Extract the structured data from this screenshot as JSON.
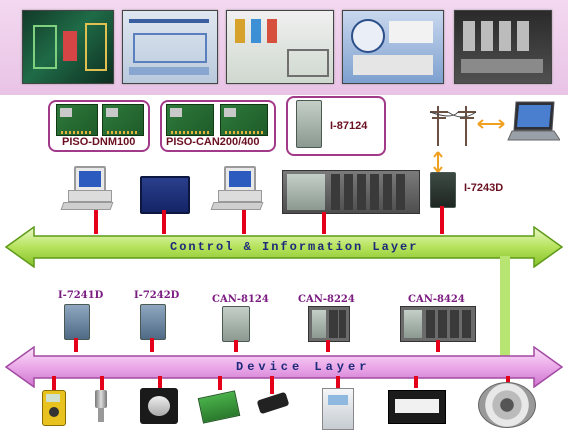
{
  "layers": {
    "control": "Control & Information Layer",
    "device": "Device Layer"
  },
  "controllers": {
    "dnm": "PISO-DNM100",
    "can": "PISO-CAN200/400",
    "i87124": "I-87124",
    "i7243d": "I-7243D"
  },
  "devices": {
    "i7241d": "I-7241D",
    "i7242d": "I-7242D",
    "can8124": "CAN-8124",
    "can8224": "CAN-8224",
    "can8424": "CAN-8424"
  },
  "colors": {
    "banner": "#eccbe9",
    "control_band": "#a4dc4a",
    "device_band": "#eaa8e8",
    "drop_line": "#e4001b",
    "label_purple": "#7a1c80",
    "label_dark": "#6a0f20"
  }
}
